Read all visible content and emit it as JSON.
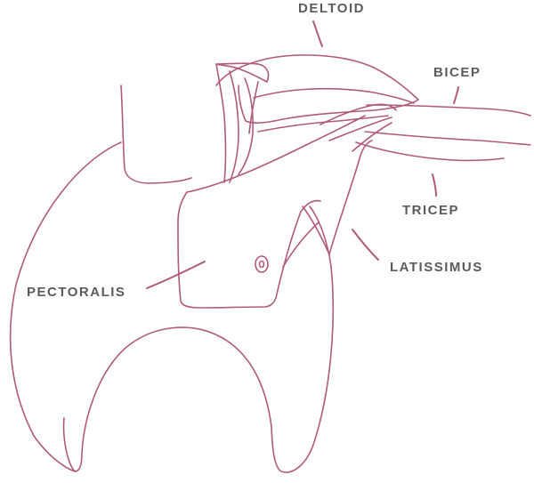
{
  "labels": {
    "deltoid": "DELTOID",
    "bicep": "BICEP",
    "tricep": "TRICEP",
    "latissimus": "LATISSIMUS",
    "pectoralis": "PECTORALIS"
  },
  "colors": {
    "outline": "#b05a7a",
    "label_text": "#5b5b5b",
    "background": "#ffffff"
  }
}
